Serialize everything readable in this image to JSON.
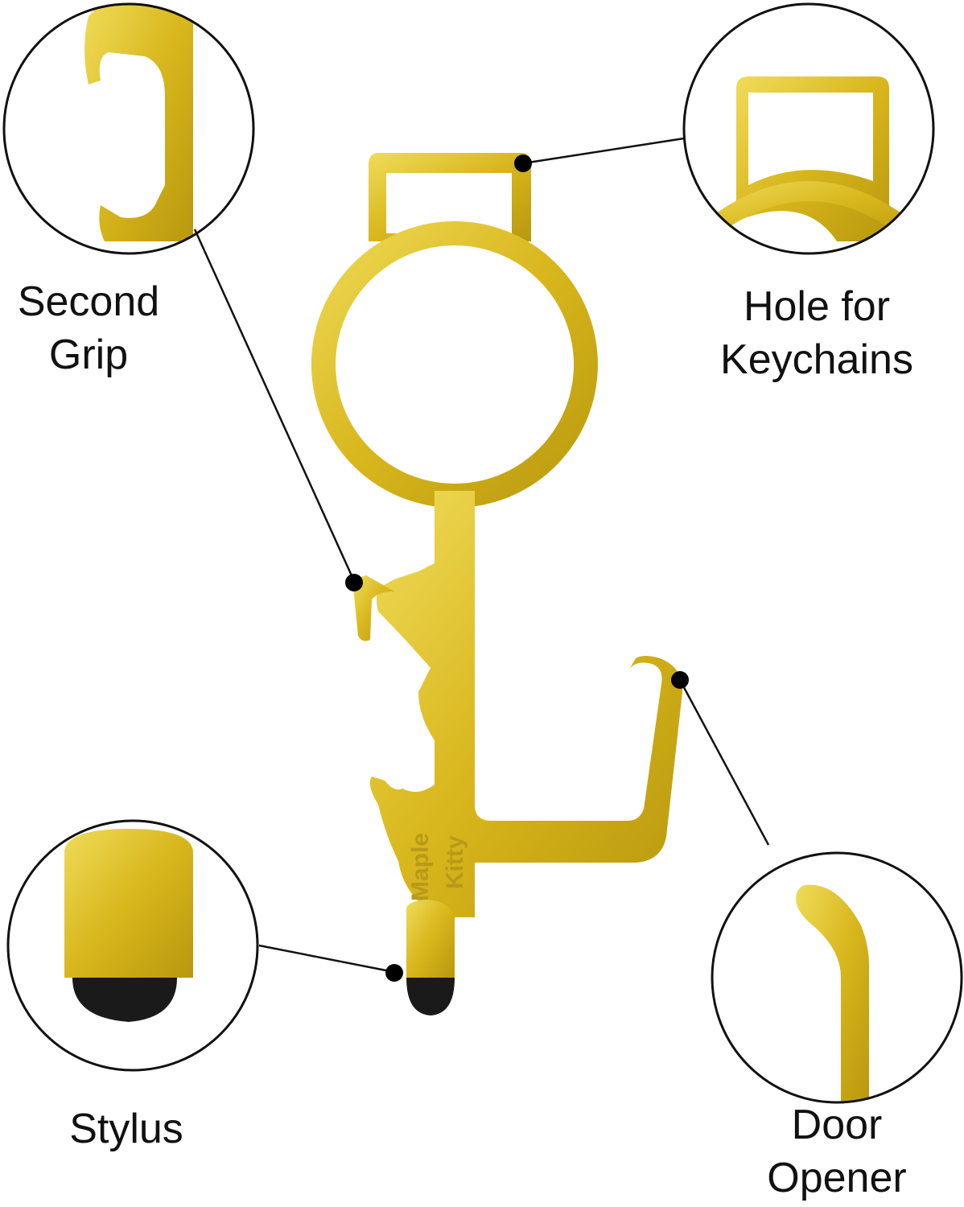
{
  "colors": {
    "gold": "#d8b61c",
    "gold_dark": "#a8880c",
    "gold_light": "#f0dc5a",
    "stylus_tip": "#1a1a1a",
    "line": "#111111"
  },
  "brand_engraving": [
    "Maple",
    "Kitty"
  ],
  "callouts": [
    {
      "id": "second-grip",
      "lines": [
        "Second",
        "Grip"
      ]
    },
    {
      "id": "keychain-hole",
      "lines": [
        "Hole for",
        "Keychains"
      ]
    },
    {
      "id": "stylus",
      "lines": [
        "Stylus"
      ]
    },
    {
      "id": "door-opener",
      "lines": [
        "Door",
        "Opener"
      ]
    }
  ]
}
